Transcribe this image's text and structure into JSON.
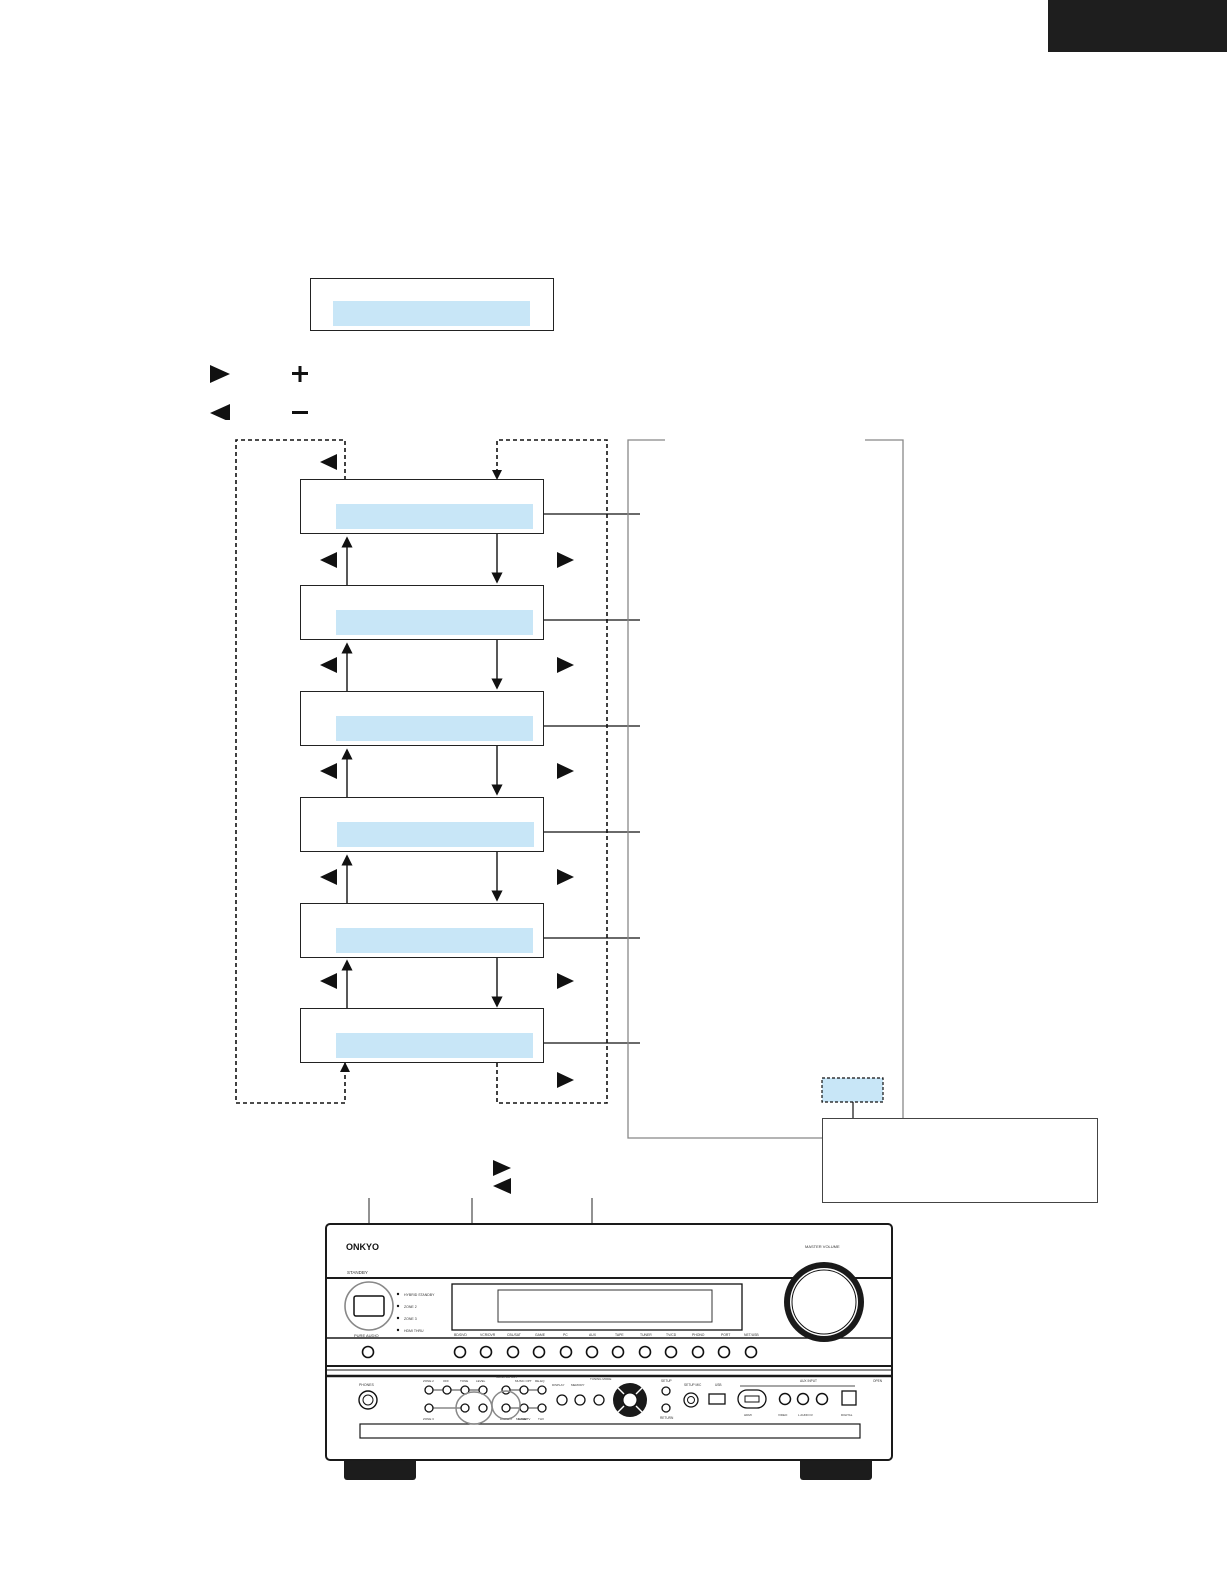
{
  "device": {
    "brand": "ONKYO",
    "standby_label": "STANDBY",
    "indicators": [
      "HYBRID STANDBY",
      "ZONE 2",
      "ZONE 3",
      "HDMI THRU"
    ],
    "pure_audio_label": "PURE AUDIO",
    "master_volume_label": "MASTER VOLUME",
    "input_selectors": [
      "BD/DVD",
      "VCR/DVR",
      "CBL/SAT",
      "GAME",
      "PC",
      "AUX",
      "TAPE",
      "TUNER",
      "TV/CD",
      "PHONO",
      "PORT",
      "NET/USB"
    ],
    "phones_label": "PHONES",
    "buttons_top": [
      "ZONE 2",
      "OFF",
      "TONE",
      "LEVEL",
      "MONITOR OUT",
      "MUSIC OPT",
      "RE-EQ",
      "DISPLAY",
      "MEMORY",
      "TUNING MODE"
    ],
    "buttons_bottom": [
      "ZONE 3",
      "DISPLAY",
      "MOVIE/TV",
      "GAME",
      "THX"
    ],
    "aux_input_label": "AUX INPUT",
    "aux_input_jacks": [
      "HDMI",
      "VIDEO",
      "L AUDIO R",
      "DIGITAL"
    ],
    "setup_label": "SETUP",
    "return_label": "RETURN",
    "setup_mic_label": "SETUP MIC",
    "usb_label": "USB",
    "open_label": "OPEN"
  }
}
